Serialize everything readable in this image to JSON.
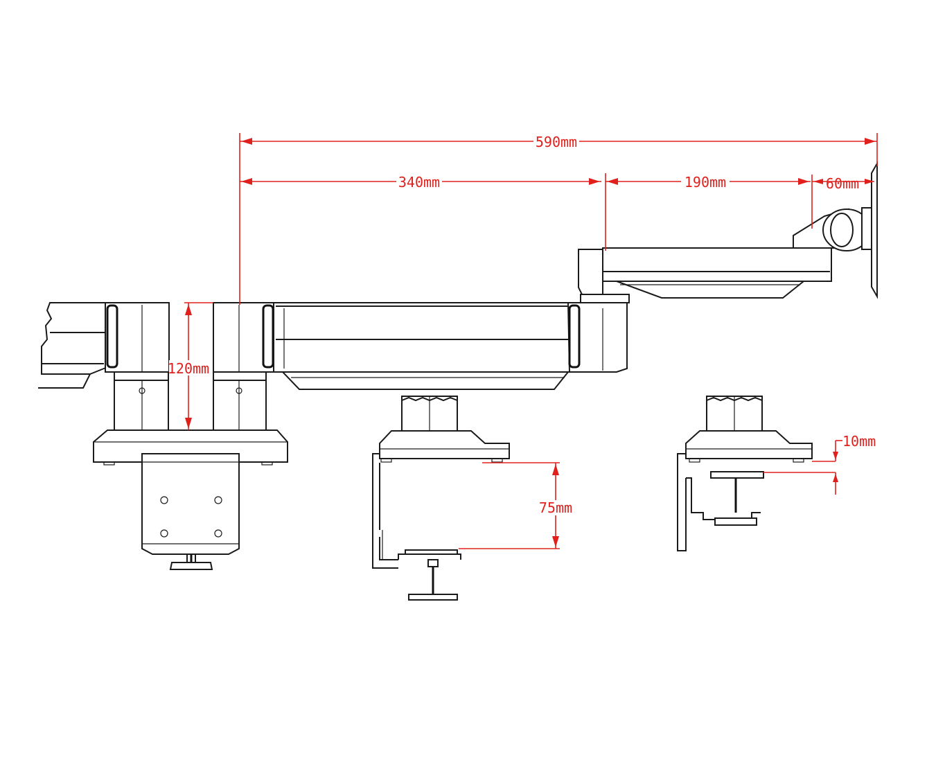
{
  "dimensions": {
    "total_reach": "590mm",
    "first_arm": "340mm",
    "second_arm": "190mm",
    "head": "60mm",
    "pole_height": "120mm",
    "clamp_range": "75mm",
    "grommet_min": "10mm"
  },
  "colors": {
    "linework": "#1a1a1a",
    "dimension": "#e0201c",
    "background": "#ffffff"
  }
}
